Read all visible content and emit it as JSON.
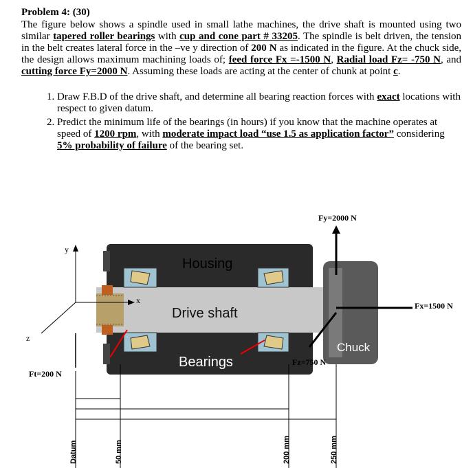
{
  "problem": {
    "title": "Problem 4: (30)",
    "p1": "The figure below shows a spindle used in small lathe machines, the drive shaft is mounted using two similar ",
    "u1": "tapered roller bearings",
    "p2": " with ",
    "u2": "cup and cone part # 33205",
    "p3": ". The spindle is belt driven, the tension in the belt creates lateral force in the –ve y direction of ",
    "b1": "200 N",
    "p4": " as indicated in the figure. At the chuck side, the design allows maximum machining loads of; ",
    "u3": "feed force Fx =-1500 N",
    "p5": ", ",
    "u4": "Radial load Fz= -750 N",
    "p6": ", and ",
    "u5": "cutting force Fy=2000 N",
    "p7": ". Assuming these loads are acting at the center of chunk at point ",
    "u6": "c",
    "p8": "."
  },
  "tasks": [
    {
      "a": "Draw F.B.D of the drive shaft, and determine all bearing reaction forces with ",
      "u": "exact",
      "b": " locations with respect to given datum."
    },
    {
      "a": "Predict the minimum life of the bearings (in hours) if you know that the machine operates at speed of ",
      "u1": "1200 rpm",
      "c": ", with ",
      "u2": "moderate impact load “use 1.5 as application factor”",
      "d": " considering ",
      "u3": "5% probability of failure",
      "e": " of the bearing set."
    }
  ],
  "figure": {
    "fy_label": "Fy=2000 N",
    "fx_label": "Fx=1500 N",
    "fz_label": "Fz=750 N",
    "ft_label": "Ft=200 N",
    "housing": "Housing",
    "drive_shaft": "Drive shaft",
    "bearings": "Bearings",
    "chuck": "Chuck",
    "axis_y": "y",
    "axis_x": "x",
    "axis_z": "z",
    "dims": [
      "Datum",
      "50 mm",
      "200 mm",
      "250 mm"
    ]
  }
}
